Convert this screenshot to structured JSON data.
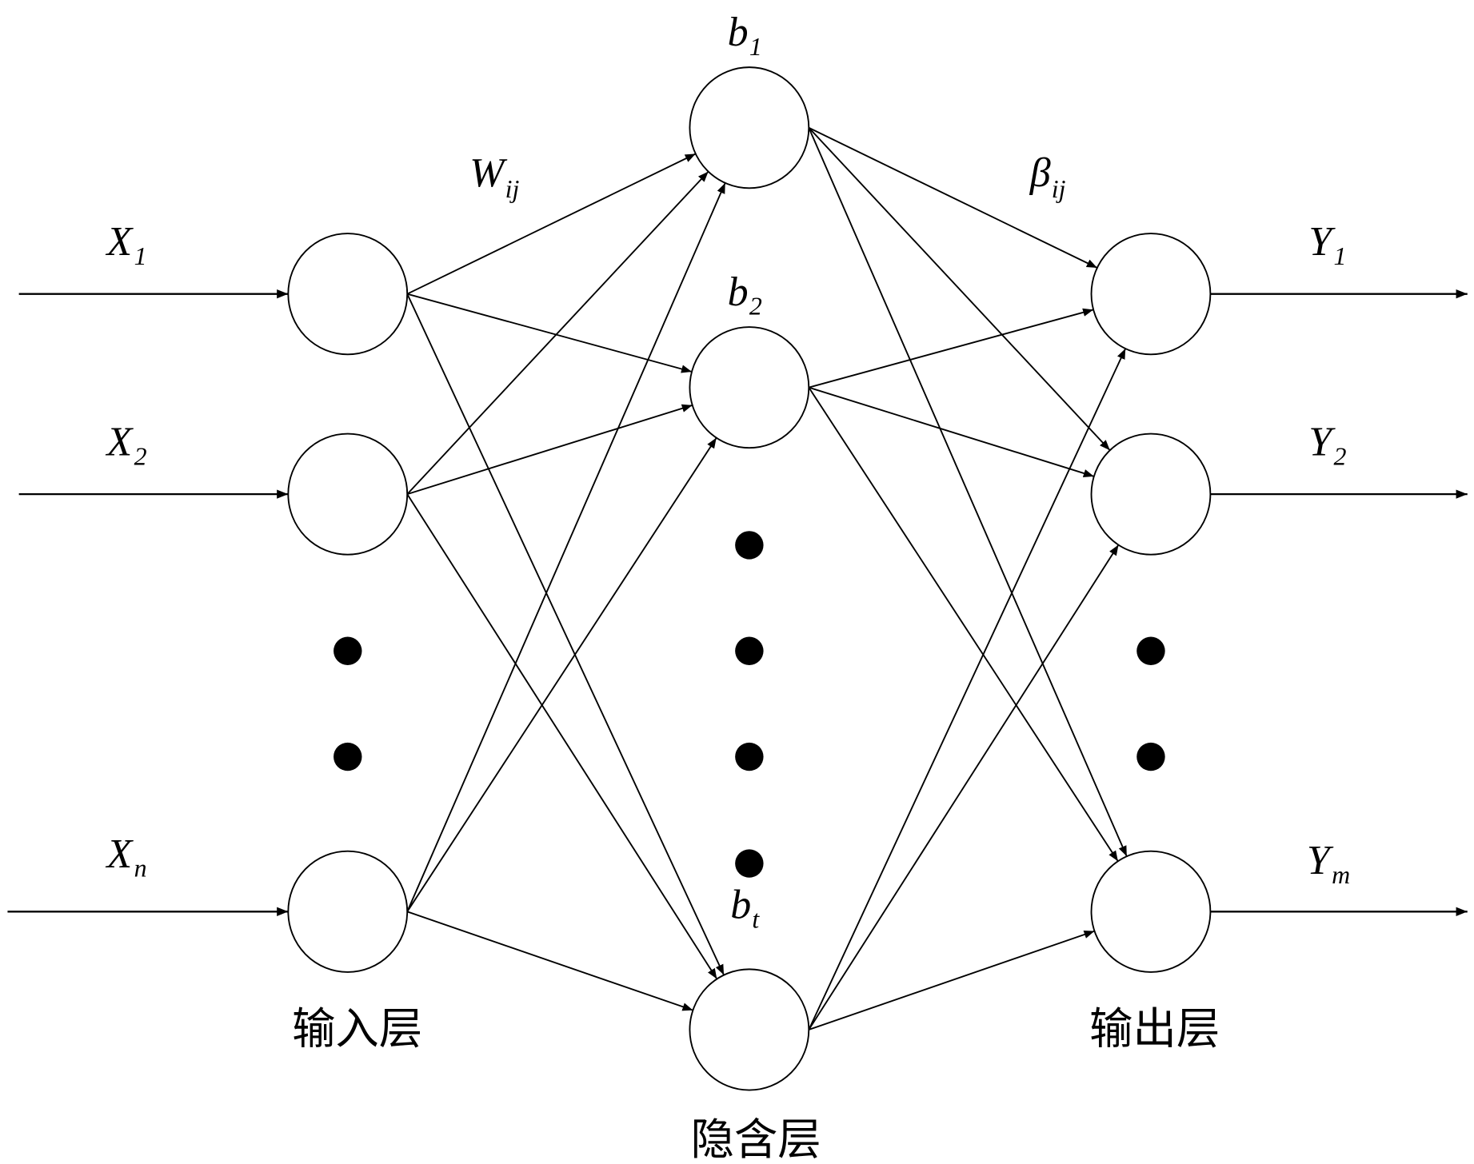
{
  "diagram": {
    "type": "neural-network",
    "layers": {
      "input": {
        "label": "输入层",
        "nodes": [
          {
            "var": "X",
            "sub": "1"
          },
          {
            "var": "X",
            "sub": "2"
          },
          {
            "var": "X",
            "sub": "n"
          }
        ]
      },
      "hidden": {
        "label": "隐含层",
        "nodes": [
          {
            "var": "b",
            "sub": "1"
          },
          {
            "var": "b",
            "sub": "2"
          },
          {
            "var": "b",
            "sub": "t"
          }
        ]
      },
      "output": {
        "label": "输出层",
        "nodes": [
          {
            "var": "Y",
            "sub": "1"
          },
          {
            "var": "Y",
            "sub": "2"
          },
          {
            "var": "Y",
            "sub": "m"
          }
        ]
      }
    },
    "weights": {
      "input_hidden": {
        "var": "W",
        "sub": "ij"
      },
      "hidden_output": {
        "var": "β",
        "sub": "ij"
      }
    },
    "ellipsis": {
      "input_dots": 2,
      "hidden_dots": 4,
      "output_dots": 2
    },
    "colors": {
      "stroke": "#000000",
      "background": "#ffffff"
    }
  }
}
